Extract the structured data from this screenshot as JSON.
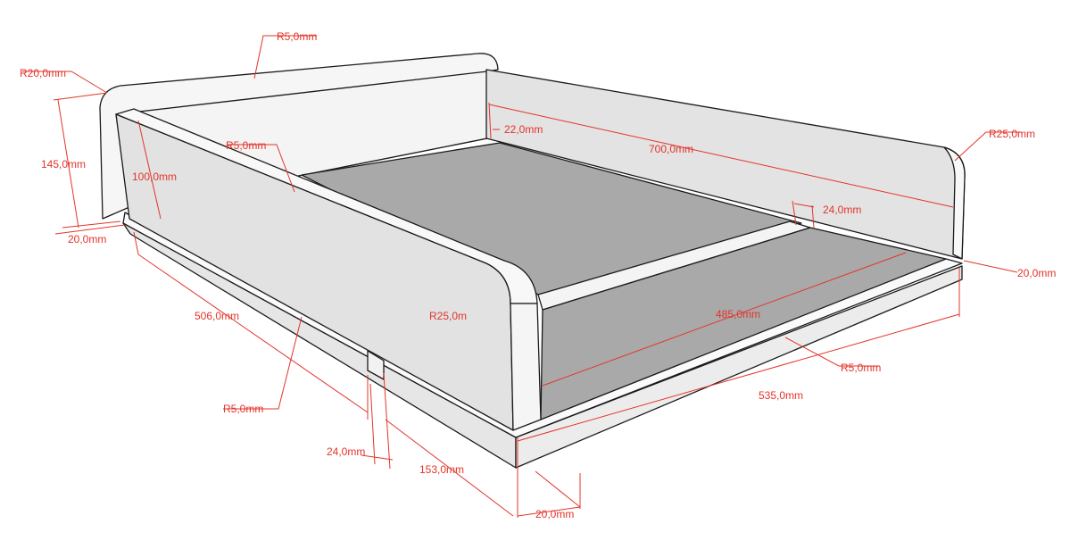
{
  "title": "Bed frame 3D model with dimensions",
  "colors": {
    "dimension": "#e3342a",
    "panel": "#e2e2e2",
    "floor": "#a9a9a9",
    "edge": "#1a1a1a"
  },
  "dimensions": {
    "top_radius": "R5,0mm",
    "corner_radius": "R20,0mm",
    "total_height": "145,0mm",
    "panel_height": "100,0mm",
    "side_top_radius": "R5,0mm",
    "left_base_lip": "20,0mm",
    "back_panel_thickness": "22,0mm",
    "length": "700,0mm",
    "back_corner_radius": "R25,0mm",
    "divider_width": "24,0mm",
    "right_base_lip": "20,0mm",
    "inner_width": "485,0mm",
    "front_corner_radius": "R25,0m",
    "side_length": "506,0mm",
    "base_edge_radius": "R5,0mm",
    "base_width": "535,0mm",
    "notch_radius": "R5,0mm",
    "notch_width": "24,0mm",
    "front_segment": "153,0mm",
    "base_thickness": "20,0mm"
  }
}
